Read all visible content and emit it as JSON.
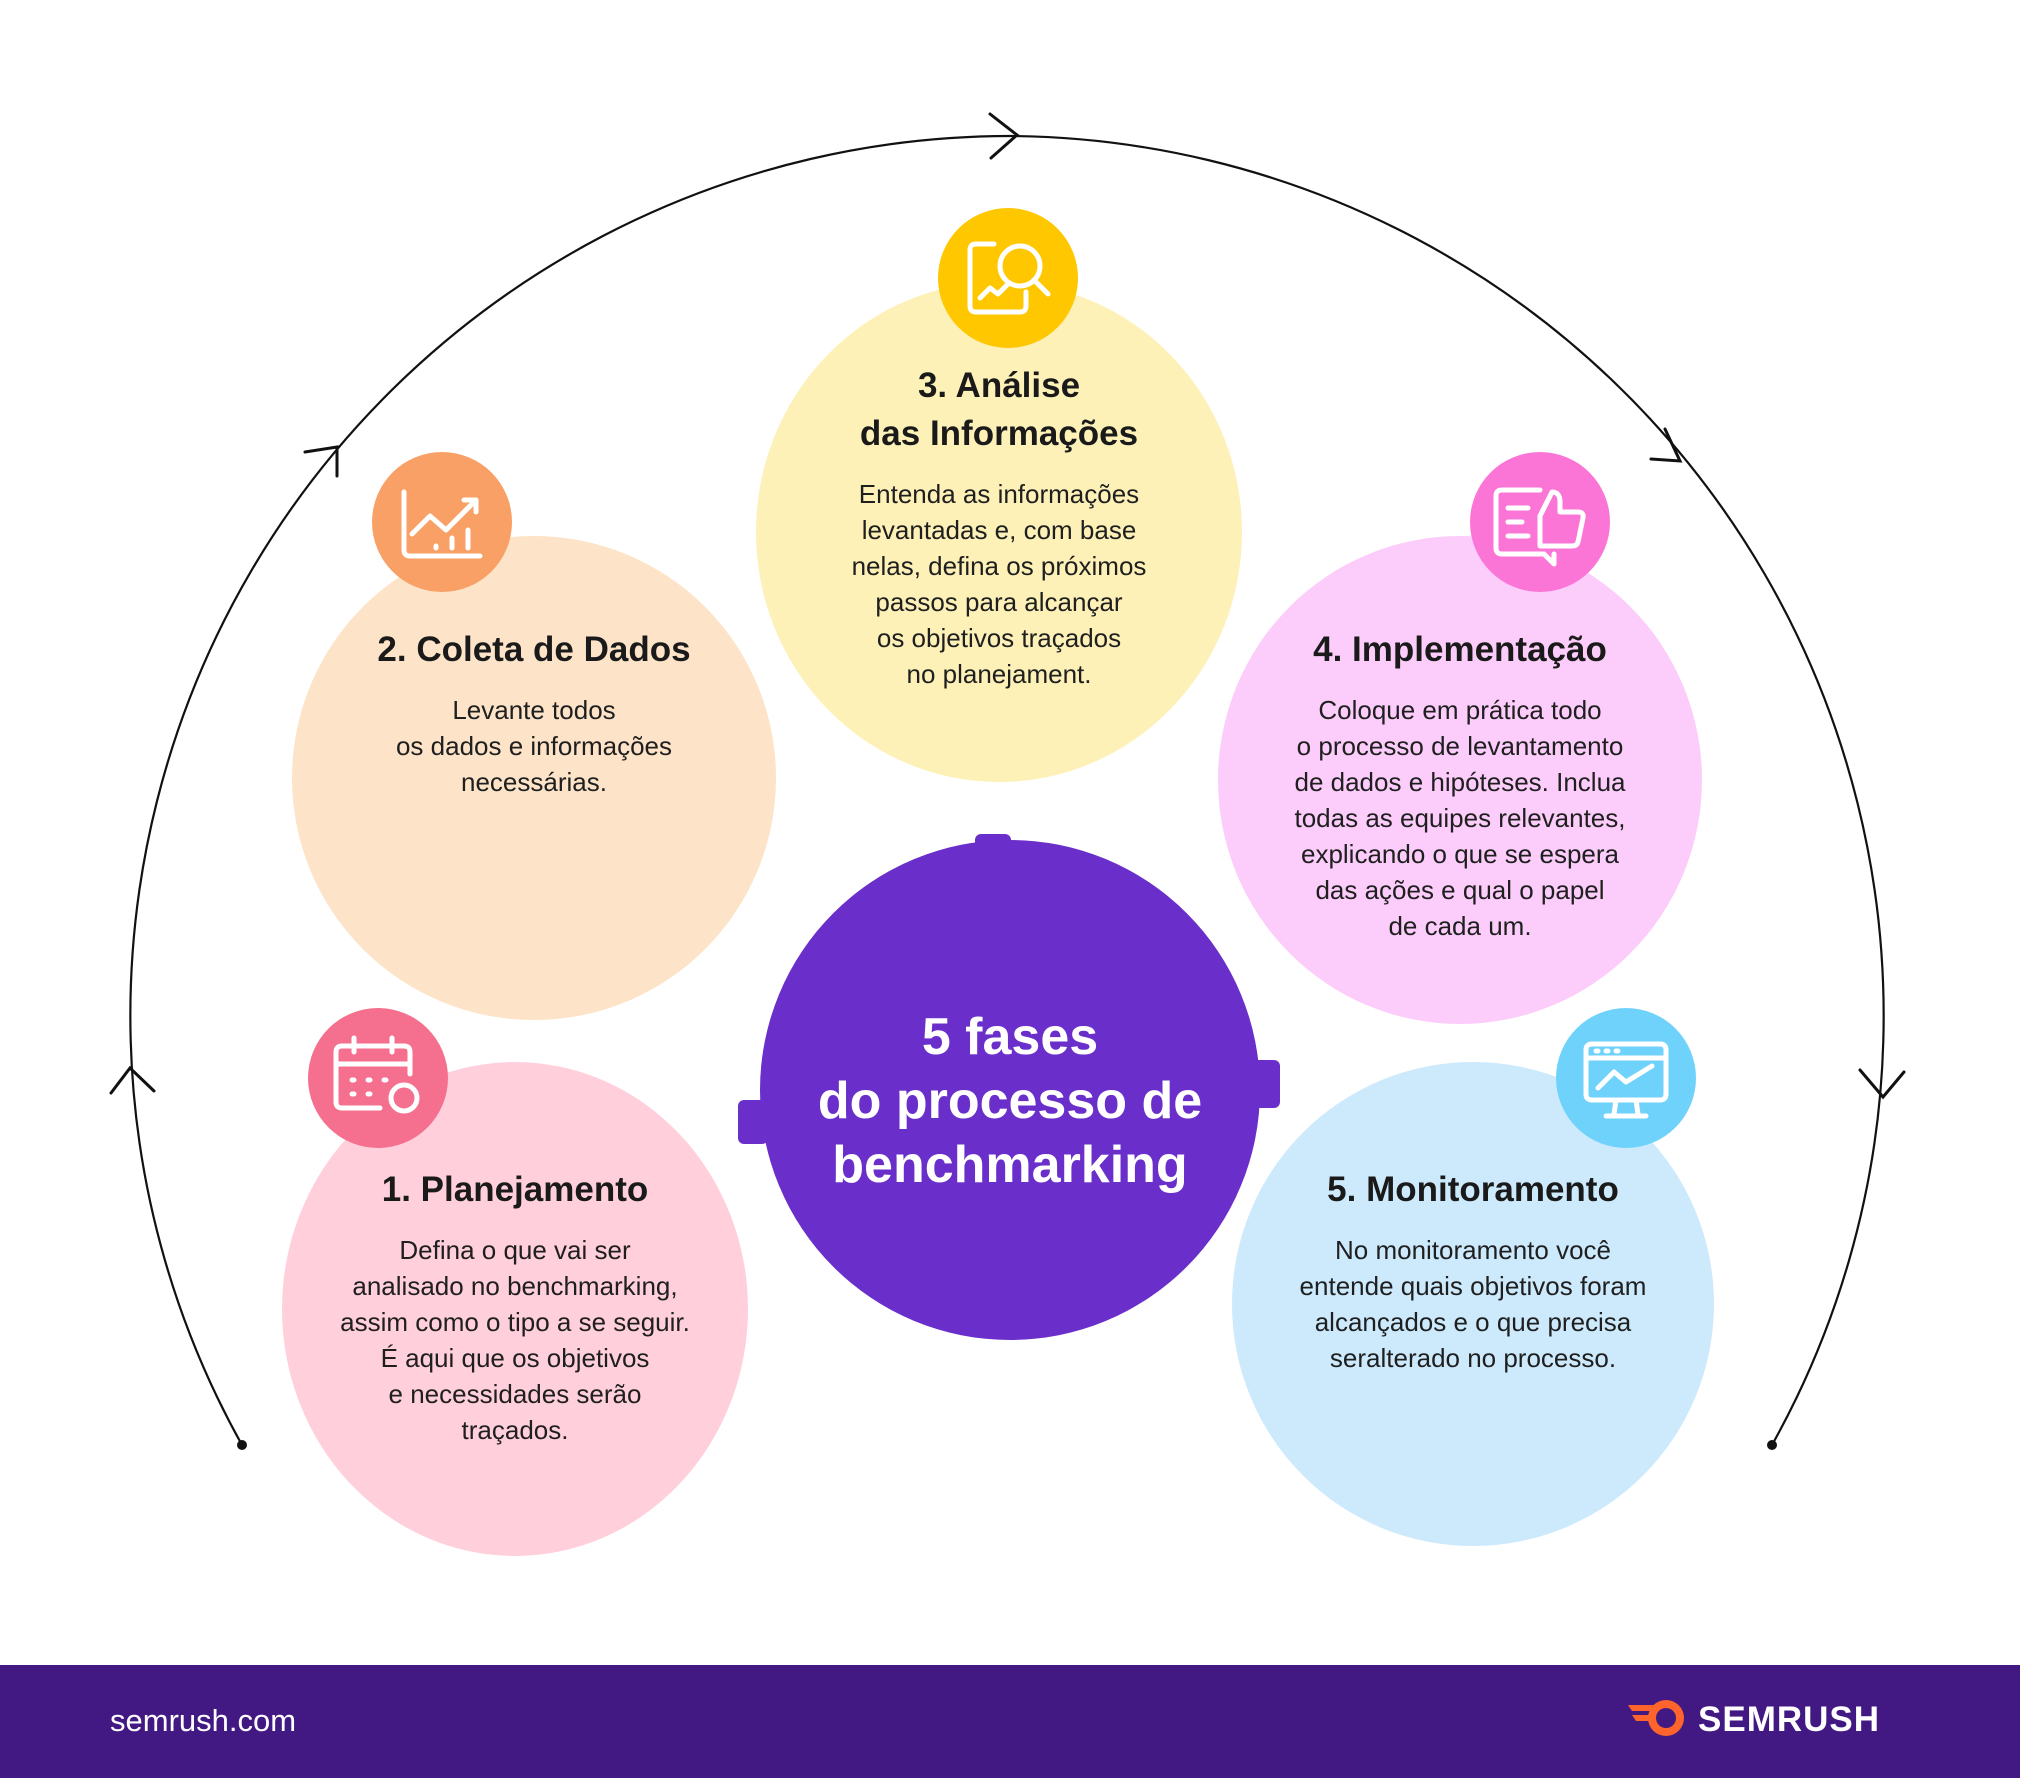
{
  "center": {
    "title": "5 fases\ndo processo de\nbenchmarking"
  },
  "phases": [
    {
      "title": "1.  Planejamento",
      "description": "Defina o que vai ser\nanalisado no benchmarking,\nassim como o tipo a se seguir.\nÉ aqui que os objetivos\ne necessidades serão\ntraçados.",
      "color": "#ffcfdc",
      "badge_color": "#f5708e",
      "icon": "calendar-settings-icon"
    },
    {
      "title": "2. Coleta de Dados",
      "description": "Levante todos\nos dados e informações\nnecessárias.",
      "color": "#fde3c8",
      "badge_color": "#f8a066",
      "icon": "chart-trend-icon"
    },
    {
      "title": "3. Análise\ndas Informações",
      "description": "Entenda as informações\nlevantadas e, com base\nnelas, defina os próximos\npassos para alcançar\nos objetivos traçados\nno planejament.",
      "color": "#fdf1b8",
      "badge_color": "#ffc700",
      "icon": "document-search-icon"
    },
    {
      "title": "4. Implementação",
      "description": "Coloque em prática todo\no processo de levantamento\nde dados e hipóteses. Inclua\ntodas as equipes relevantes,\nexplicando o que se espera\ndas ações e qual o papel\nde cada um.",
      "color": "#fccdfb",
      "badge_color": "#fb75d6",
      "icon": "thumbs-up-list-icon"
    },
    {
      "title": "5. Monitoramento",
      "description": "No monitoramento você\nentende quais objetivos foram\nalcançados e o que precisa\nseralterado no processo.",
      "color": "#cdeafd",
      "badge_color": "#6fd2fb",
      "icon": "monitor-chart-icon"
    }
  ],
  "colors": {
    "center": "#6a2fca",
    "footer": "#421983",
    "arc": "#111111",
    "logo_accent": "#ff642d"
  },
  "footer": {
    "url": "semrush.com",
    "brand": "SEMRUSH"
  }
}
